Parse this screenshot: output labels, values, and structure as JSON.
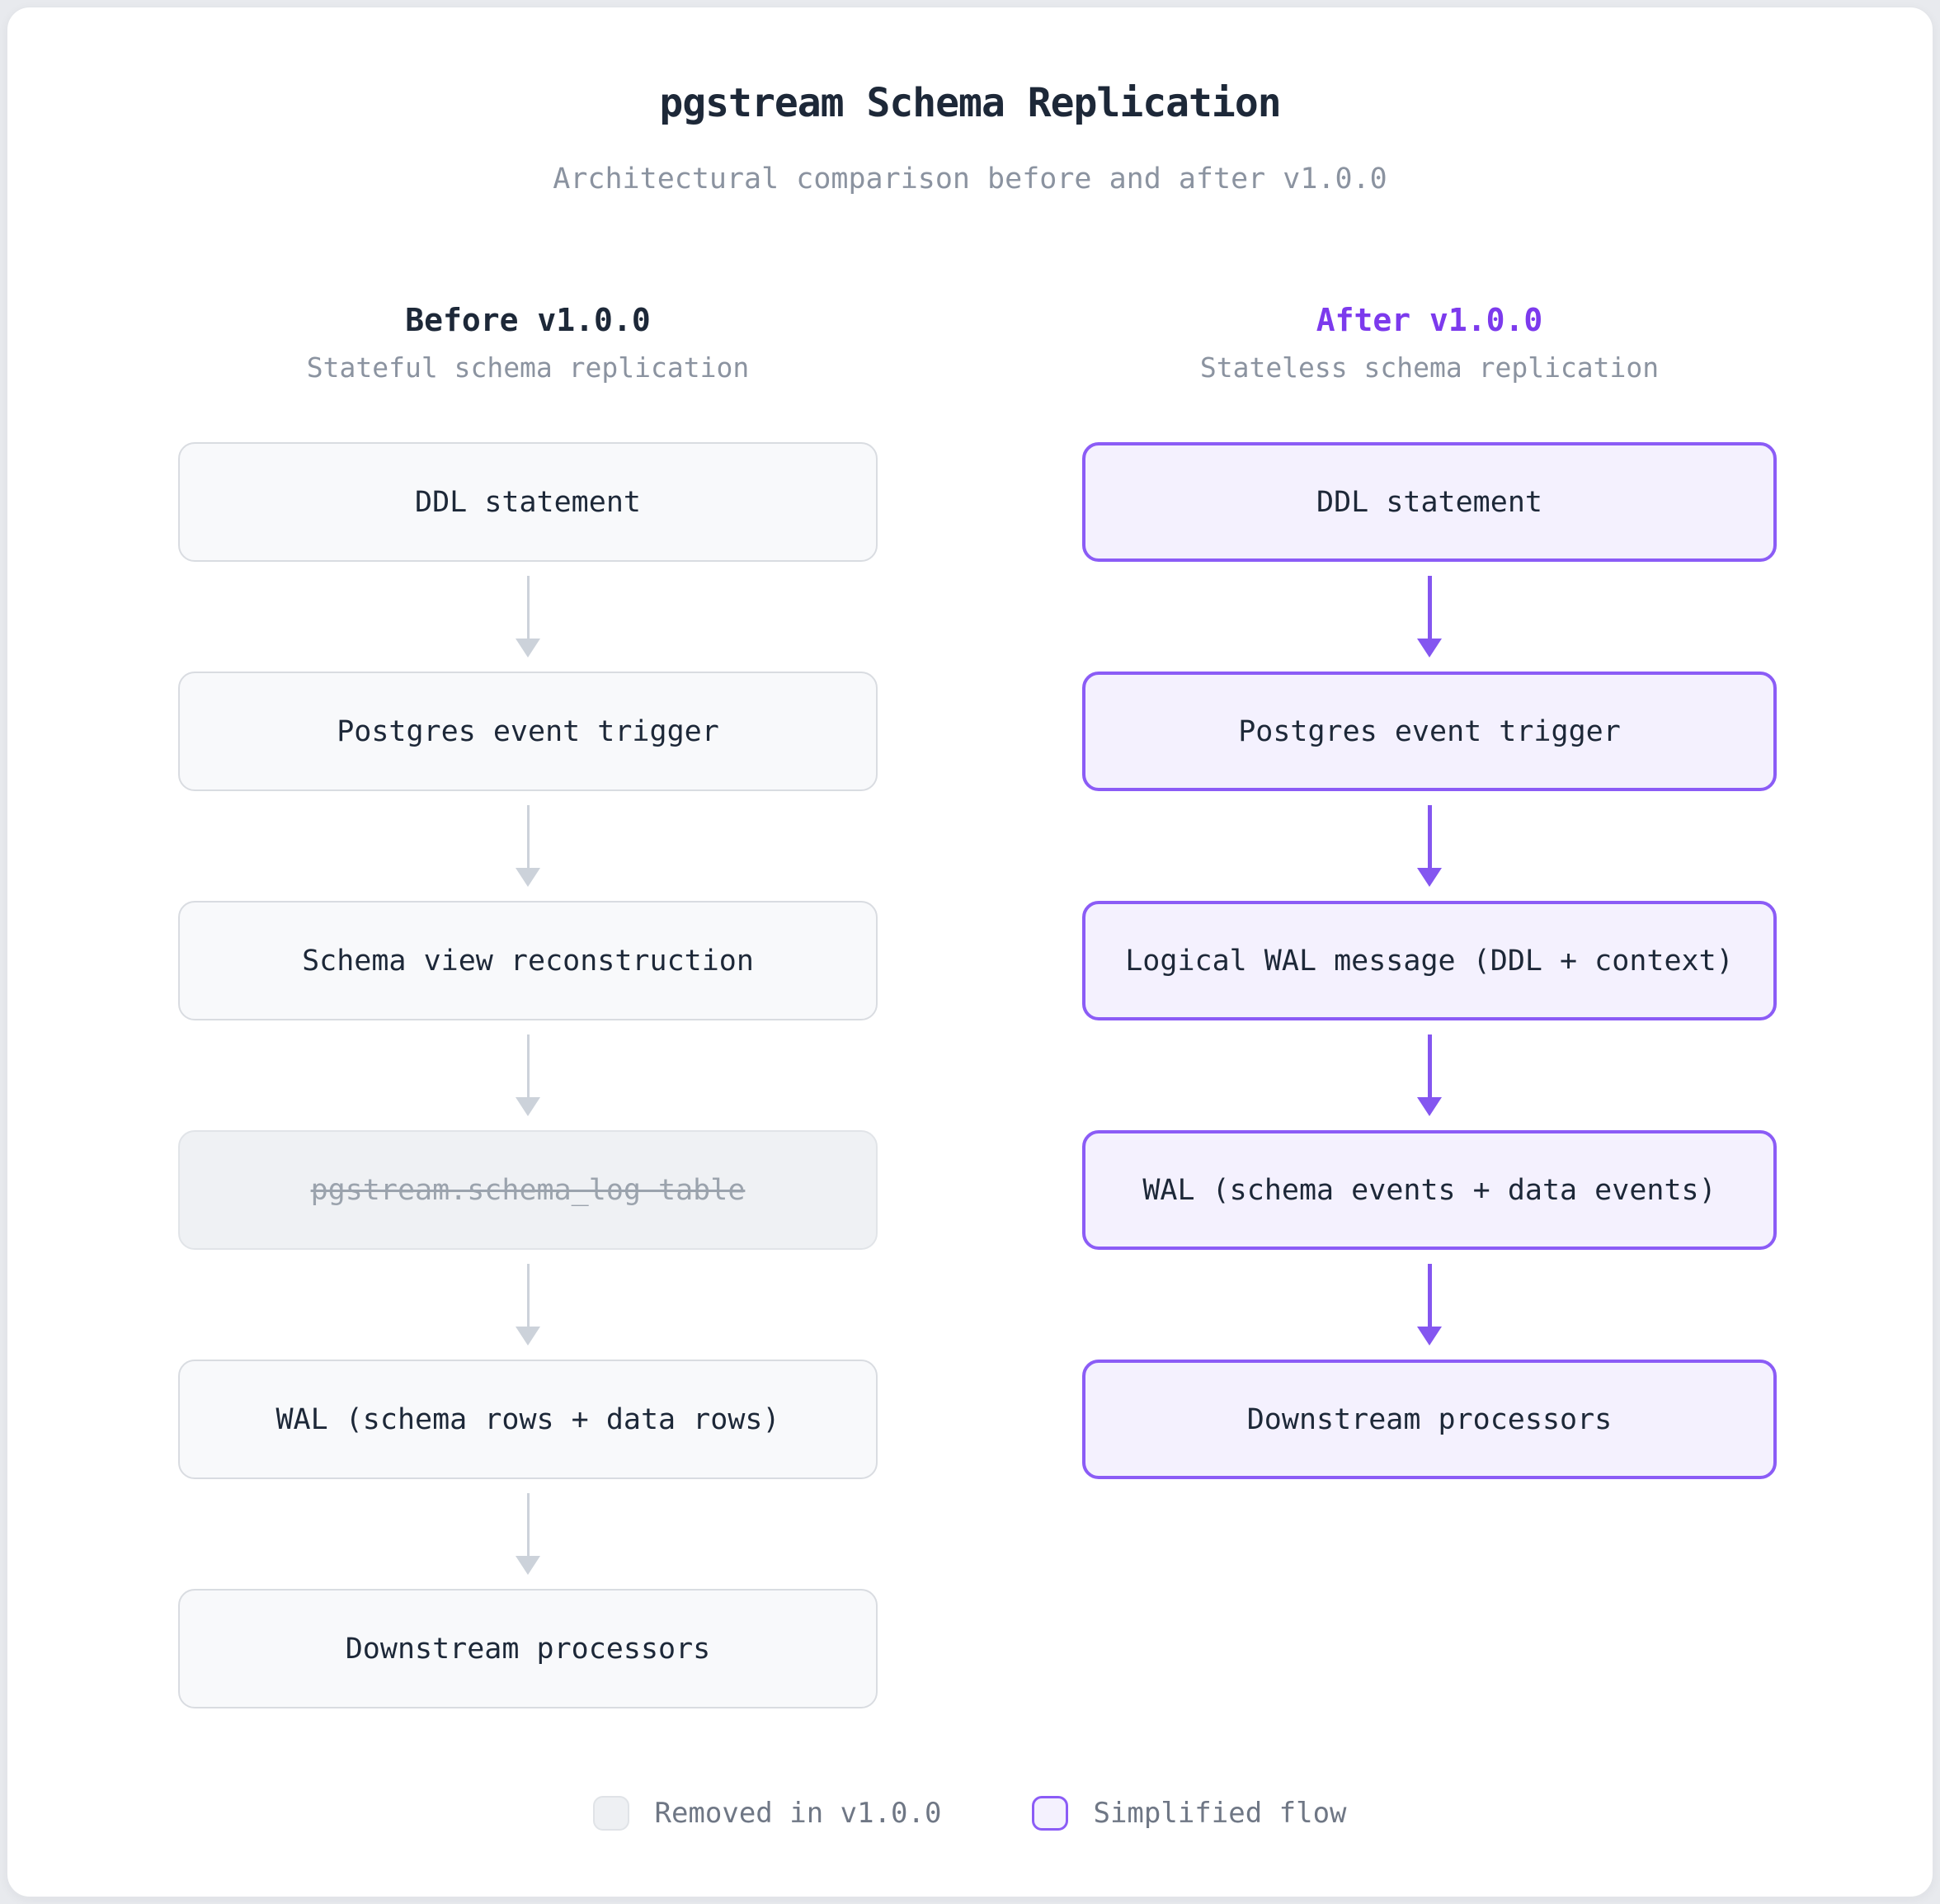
{
  "page": {
    "title": "pgstream Schema Replication",
    "subtitle": "Architectural comparison before and after v1.0.0"
  },
  "colors": {
    "accent_purple": "#7c3aed",
    "purple_box_border": "#8b5cf6",
    "purple_box_fill": "#f4f1fe",
    "purple_arrow": "#8456f0",
    "gray_box_border": "#d9dce1",
    "gray_box_fill": "#f8f9fb",
    "removed_box_fill": "#eff1f4",
    "gray_arrow": "#ccd2da",
    "text_dark": "#1d2838",
    "text_gray": "#8b93a0"
  },
  "before_column": {
    "title": "Before v1.0.0",
    "subtitle": "Stateful schema replication",
    "boxes": [
      {
        "label": "DDL statement",
        "state": "normal"
      },
      {
        "label": "Postgres event trigger",
        "state": "normal"
      },
      {
        "label": "Schema view reconstruction",
        "state": "normal"
      },
      {
        "label": "pgstream.schema_log table",
        "state": "removed"
      },
      {
        "label": "WAL (schema rows + data rows)",
        "state": "normal"
      },
      {
        "label": "Downstream processors",
        "state": "normal"
      }
    ]
  },
  "after_column": {
    "title": "After v1.0.0",
    "subtitle": "Stateless schema replication",
    "boxes": [
      {
        "label": "DDL statement"
      },
      {
        "label": "Postgres event trigger"
      },
      {
        "label": "Logical WAL message (DDL + context)"
      },
      {
        "label": "WAL (schema events + data events)"
      },
      {
        "label": "Downstream processors"
      }
    ]
  },
  "legend": {
    "removed_label": "Removed in v1.0.0",
    "simplified_label": "Simplified flow"
  }
}
